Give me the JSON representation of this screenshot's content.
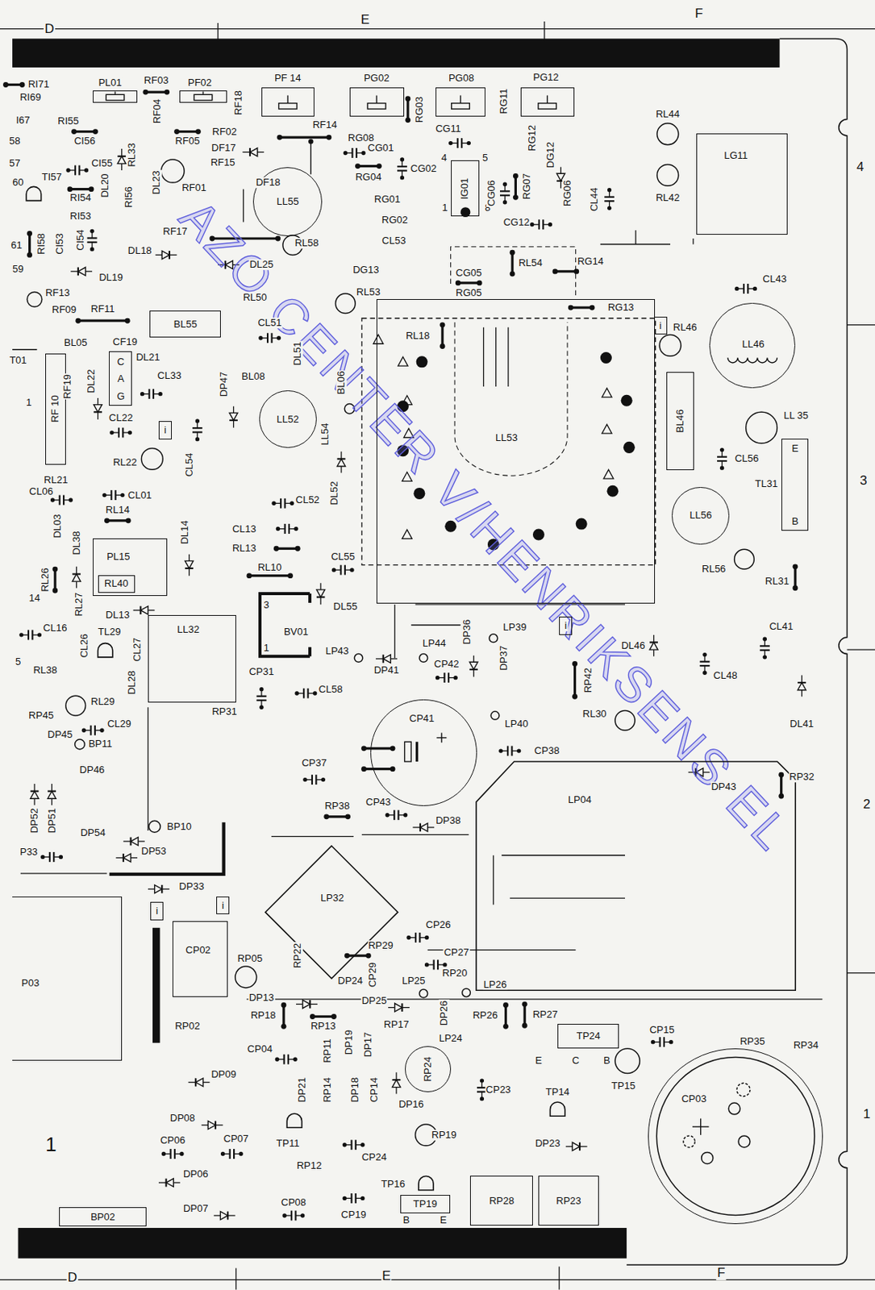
{
  "diagram": {
    "nodes": [
      {
        "text": [
          "PL01"
        ]
      },
      {
        "text": [
          "PF02"
        ]
      },
      {
        "text": [
          "PF 14"
        ]
      },
      {
        "text": [
          "PG02"
        ]
      },
      {
        "text": [
          "PG08"
        ]
      },
      {
        "text": [
          "PG12"
        ]
      },
      {
        "text": [
          "IG01"
        ]
      },
      {
        "text": [
          "LG11"
        ]
      },
      {
        "text": [
          "BL55"
        ]
      },
      {
        "text": [
          "C",
          "A",
          "G"
        ]
      },
      {
        "text": [
          "RF 10"
        ]
      },
      {
        "text": [
          "PL15"
        ]
      },
      {
        "text": [
          "RL40"
        ],
        "in": 11
      },
      {
        "text": [
          "LL32"
        ]
      },
      {
        "text": [
          "3",
          "BV01",
          "1"
        ]
      },
      {
        "text": [
          "LL53"
        ]
      },
      {
        "text": [
          "BL46"
        ]
      },
      {
        "text": [
          "E",
          "B"
        ]
      },
      {
        "text": [
          "CP02"
        ]
      },
      {
        "text": [
          "LP32"
        ]
      },
      {
        "text": [
          "LP04"
        ]
      },
      {
        "text": [
          "TP24"
        ]
      },
      {
        "text": [
          "TP19"
        ]
      },
      {
        "text": [
          "RP28"
        ]
      },
      {
        "text": [
          "RP23"
        ]
      },
      {
        "text": [
          "BP02"
        ]
      },
      {
        "text": [
          "CP03"
        ]
      },
      {
        "text": [
          "LL55"
        ]
      },
      {
        "text": [
          "LL52"
        ]
      },
      {
        "text": [
          "LL56"
        ]
      },
      {
        "text": [
          "LL46"
        ]
      },
      {
        "text": [
          "CP41"
        ]
      },
      {
        "text": [
          "RP24"
        ]
      },
      {
        "text": [
          "i"
        ]
      },
      {
        "text": [
          "i"
        ]
      },
      {
        "text": [
          "i"
        ]
      },
      {
        "text": [
          "i"
        ]
      },
      {
        "text": [
          "i"
        ]
      },
      {
        "text": [
          "P03"
        ]
      }
    ],
    "labels": [
      "D",
      "E",
      "F",
      "D",
      "E",
      "F",
      "4",
      "3",
      "2",
      "1",
      "1",
      "AZO CENTER V/HENRIKSENS EL",
      "RI71",
      "RI69",
      "I67",
      "58",
      "57",
      "60",
      "61",
      "59",
      "RI55",
      "CI56",
      "CI55",
      "TI57",
      "RI54",
      "RI53",
      "RI58",
      "CI53",
      "CI54",
      "DL20",
      "RI56",
      "RL33",
      "DL23",
      "RF01",
      "RF03",
      "RF04",
      "RF05",
      "RF02",
      "RF18",
      "DF17",
      "RF15",
      "DF18",
      "RF14",
      "RG08",
      "CG01",
      "RG04",
      "CG02",
      "RG03",
      "RG11",
      "CG11",
      "4",
      "5",
      "1",
      "8",
      "CG06",
      "RG07",
      "RG12",
      "DG12",
      "RG06",
      "CG12",
      "CL44",
      "RL44",
      "RL42",
      "RG01",
      "RG02",
      "CL53",
      "RF17",
      "RL58",
      "DL18",
      "DL19",
      "DL25",
      "DG13",
      "RL50",
      "RL53",
      "CG05",
      "RG05",
      "RL54",
      "RG14",
      "RG13",
      "CL43",
      "RF13",
      "RF09",
      "RF11",
      "BL05",
      "CF19",
      "DL21",
      "T01",
      "1",
      "DL22",
      "RF19",
      "CL33",
      "CL22",
      "RL22",
      "CL54",
      "CL51",
      "DL51",
      "DP47",
      "BL08",
      "BL06",
      "LL54",
      "DL52",
      "CL52",
      "RL18",
      "RL46",
      "LL 35",
      "CL56",
      "TL31",
      "RL56",
      "RL31",
      "RL21",
      "CL06",
      "CL01",
      "RL14",
      "DL03",
      "DL38",
      "DL14",
      "RL26",
      "RL27",
      "DL13",
      "14",
      "CL13",
      "RL13",
      "CL55",
      "RL10",
      "DL55",
      "CL16",
      "CL26",
      "TL29",
      "CL27",
      "DL28",
      "RL38",
      "5",
      "RL29",
      "RP31",
      "CP31",
      "CL58",
      "LP43",
      "LP44",
      "DP41",
      "DP36",
      "LP39",
      "DP37",
      "CP42",
      "RP42",
      "DL46",
      "CL41",
      "CL48",
      "DL41",
      "LP40",
      "RL30",
      "RP45",
      "DP45",
      "CL29",
      "BP11",
      "DP46",
      "DP52",
      "DP51",
      "CP37",
      "CP38",
      "DP43",
      "RP32",
      "RP38",
      "CP43",
      "DP38",
      "P33",
      "DP54",
      "BP10",
      "DP53",
      "DP33",
      "RP02",
      "RP05",
      "RP22",
      "RP29",
      "CP26",
      "CP27",
      "CP29",
      "DP24",
      "DP13",
      "DP25",
      "LP25",
      "RP20",
      "LP26",
      "DP26",
      "RP18",
      "RP13",
      "RP17",
      "RP26",
      "RP27",
      "E",
      "C",
      "B",
      "CP15",
      "RP35",
      "RP34",
      "TP15",
      "CP04",
      "RP11",
      "DP19",
      "DP17",
      "DP21",
      "RP14",
      "DP18",
      "CP14",
      "LP24",
      "DP16",
      "CP23",
      "TP14",
      "DP09",
      "DP08",
      "CP06",
      "CP07",
      "DP06",
      "DP07",
      "CP08",
      "CP19",
      "TP11",
      "RP12",
      "CP24",
      "TP16",
      "RP19",
      "B",
      "E",
      "DP23"
    ]
  }
}
